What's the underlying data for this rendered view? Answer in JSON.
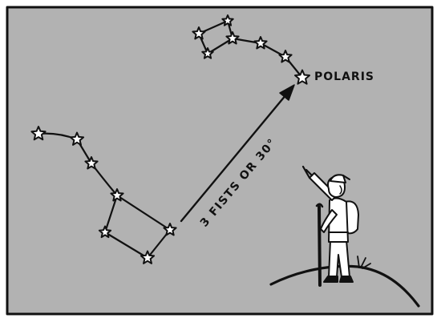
{
  "labels": {
    "star_name": "POLARIS",
    "distance": "3 FISTS OR 30°"
  },
  "constellations": [
    {
      "name": "big-dipper",
      "stars": 7
    },
    {
      "name": "little-dipper",
      "stars": 7
    }
  ],
  "icons": [
    "star-icon",
    "hiker-figure",
    "walking-stick",
    "backpack",
    "hill"
  ],
  "colors": {
    "sky": "#b2b2b2",
    "ink": "#111111",
    "star_fill": "#ffffff",
    "frame": "#ffffff"
  }
}
